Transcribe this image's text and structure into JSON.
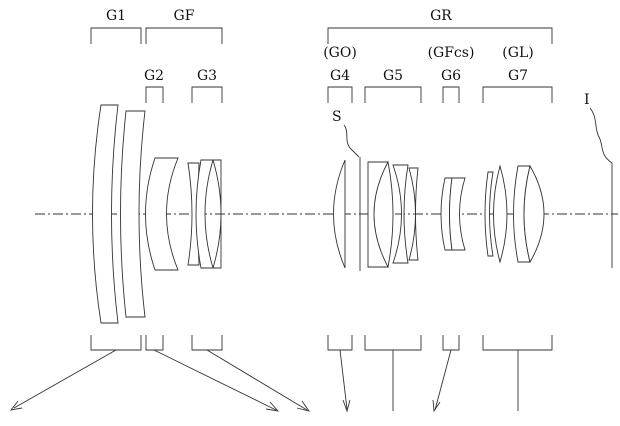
{
  "labels": {
    "g1": "G1",
    "gf": "GF",
    "gr": "GR",
    "g2": "G2",
    "g3": "G3",
    "go": "(GO)",
    "g4": "G4",
    "g5": "G5",
    "gfcs": "(GFcs)",
    "g6": "G6",
    "gl": "(GL)",
    "g7": "G7",
    "stop": "S",
    "image": "I"
  },
  "colors": {
    "line": "#333333",
    "text": "#111111",
    "background": "#ffffff"
  }
}
